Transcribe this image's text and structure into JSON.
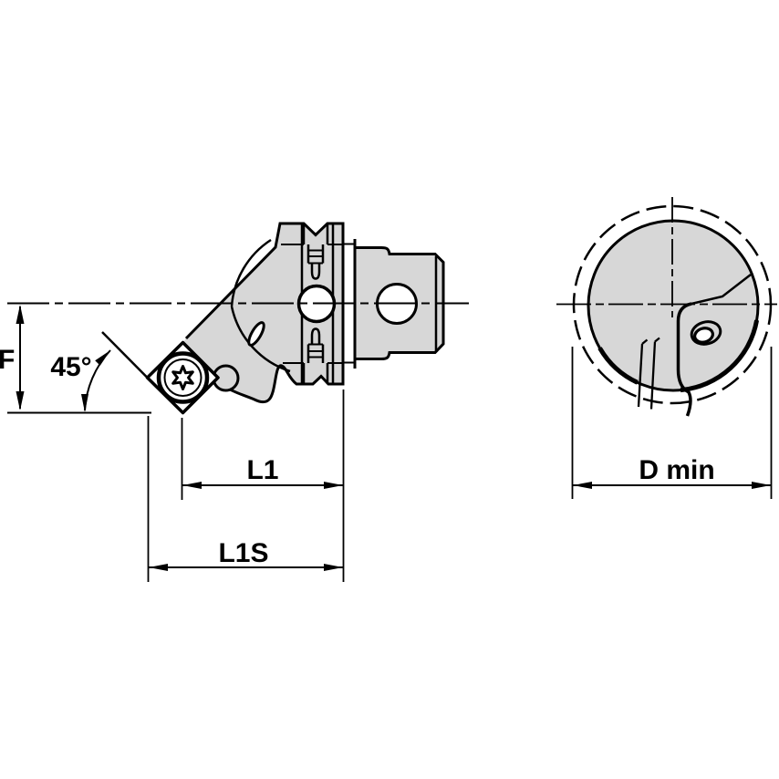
{
  "drawing": {
    "description": "Technical line drawing of a modular turning tool holder with 45-degree angled insert, side view and end view",
    "labels": {
      "f": "F",
      "angle": "45°",
      "l1": "L1",
      "l1s": "L1S",
      "d_min": "D min"
    },
    "colors": {
      "body_fill": "#d7d7d7",
      "line": "#000000",
      "background": "#ffffff"
    }
  }
}
